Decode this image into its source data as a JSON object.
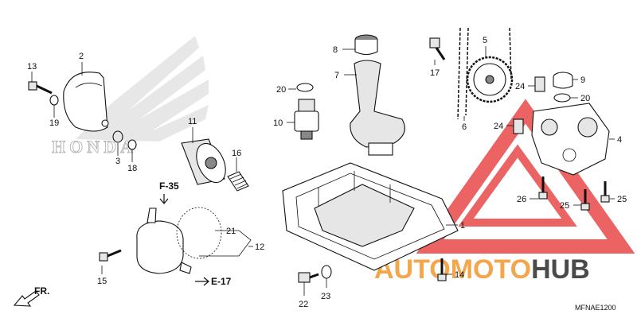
{
  "diagram_code": "MFNAE1200",
  "brand_watermark": "HONDA",
  "site_watermark": {
    "part1": "AUTOMOTO",
    "part2": "HUB",
    "color1": "#f3a64b",
    "color2": "#4a4a4a",
    "triangle_color": "#e84848"
  },
  "direction_labels": {
    "front": "FR.",
    "ref_a": "F-35",
    "ref_b": "E-17"
  },
  "callouts": [
    {
      "id": "1",
      "label": "1"
    },
    {
      "id": "2",
      "label": "2"
    },
    {
      "id": "3",
      "label": "3"
    },
    {
      "id": "4",
      "label": "4"
    },
    {
      "id": "5",
      "label": "5"
    },
    {
      "id": "6",
      "label": "6"
    },
    {
      "id": "7",
      "label": "7"
    },
    {
      "id": "8",
      "label": "8"
    },
    {
      "id": "9",
      "label": "9"
    },
    {
      "id": "10",
      "label": "10"
    },
    {
      "id": "11",
      "label": "11"
    },
    {
      "id": "12",
      "label": "12"
    },
    {
      "id": "13",
      "label": "13"
    },
    {
      "id": "14",
      "label": "14"
    },
    {
      "id": "15",
      "label": "15"
    },
    {
      "id": "16",
      "label": "16"
    },
    {
      "id": "17",
      "label": "17"
    },
    {
      "id": "18",
      "label": "18"
    },
    {
      "id": "19",
      "label": "19"
    },
    {
      "id": "20a",
      "label": "20"
    },
    {
      "id": "20b",
      "label": "20"
    },
    {
      "id": "21",
      "label": "21"
    },
    {
      "id": "22",
      "label": "22"
    },
    {
      "id": "23",
      "label": "23"
    },
    {
      "id": "24a",
      "label": "24"
    },
    {
      "id": "24b",
      "label": "24"
    },
    {
      "id": "25a",
      "label": "25"
    },
    {
      "id": "25b",
      "label": "25"
    },
    {
      "id": "26",
      "label": "26"
    }
  ]
}
